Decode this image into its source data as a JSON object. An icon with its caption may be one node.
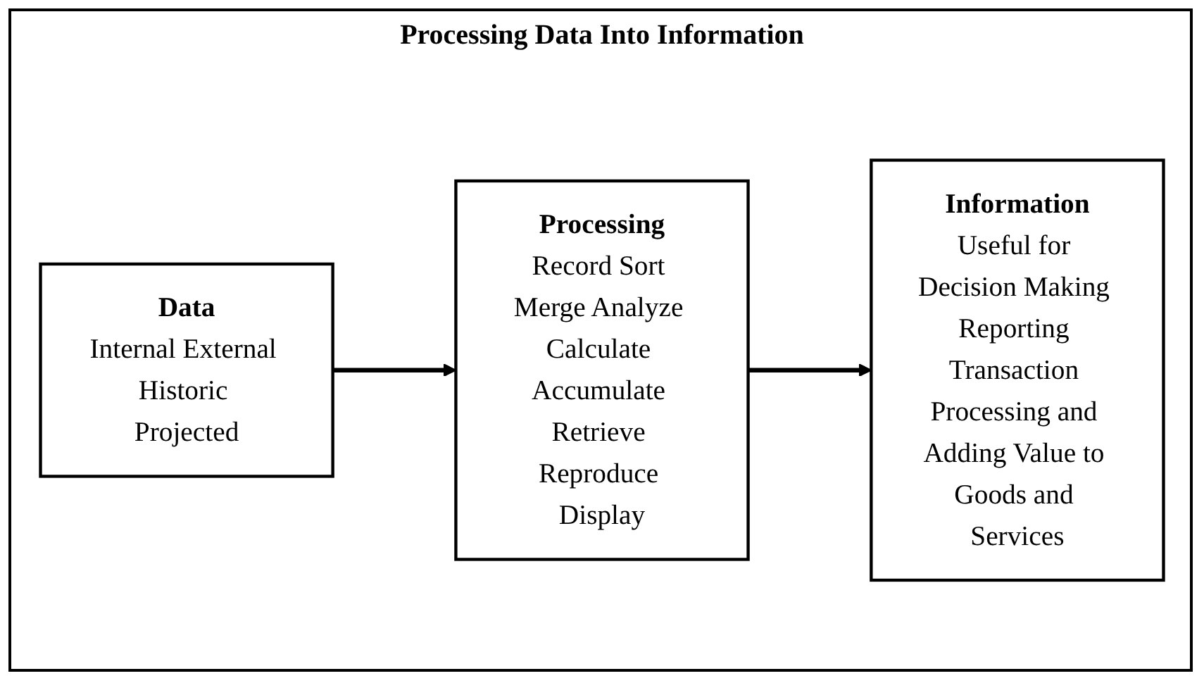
{
  "diagram": {
    "title": "Processing Data Into Information",
    "nodes": [
      {
        "text": [
          "Data",
          "Internal External Historic Projected"
        ]
      },
      {
        "text": [
          "Processing",
          "Record Sort Merge Analyze Calculate Accumulate Retrieve Reproduce Display"
        ]
      },
      {
        "text": [
          "Information",
          "Useful for Decision Making Reporting Transaction Processing and Adding Value to Goods and Services"
        ]
      }
    ],
    "edges": [
      {
        "from": 0,
        "to": 1,
        "arrow": "to"
      },
      {
        "from": 1,
        "to": 2,
        "arrow": "to"
      }
    ]
  }
}
